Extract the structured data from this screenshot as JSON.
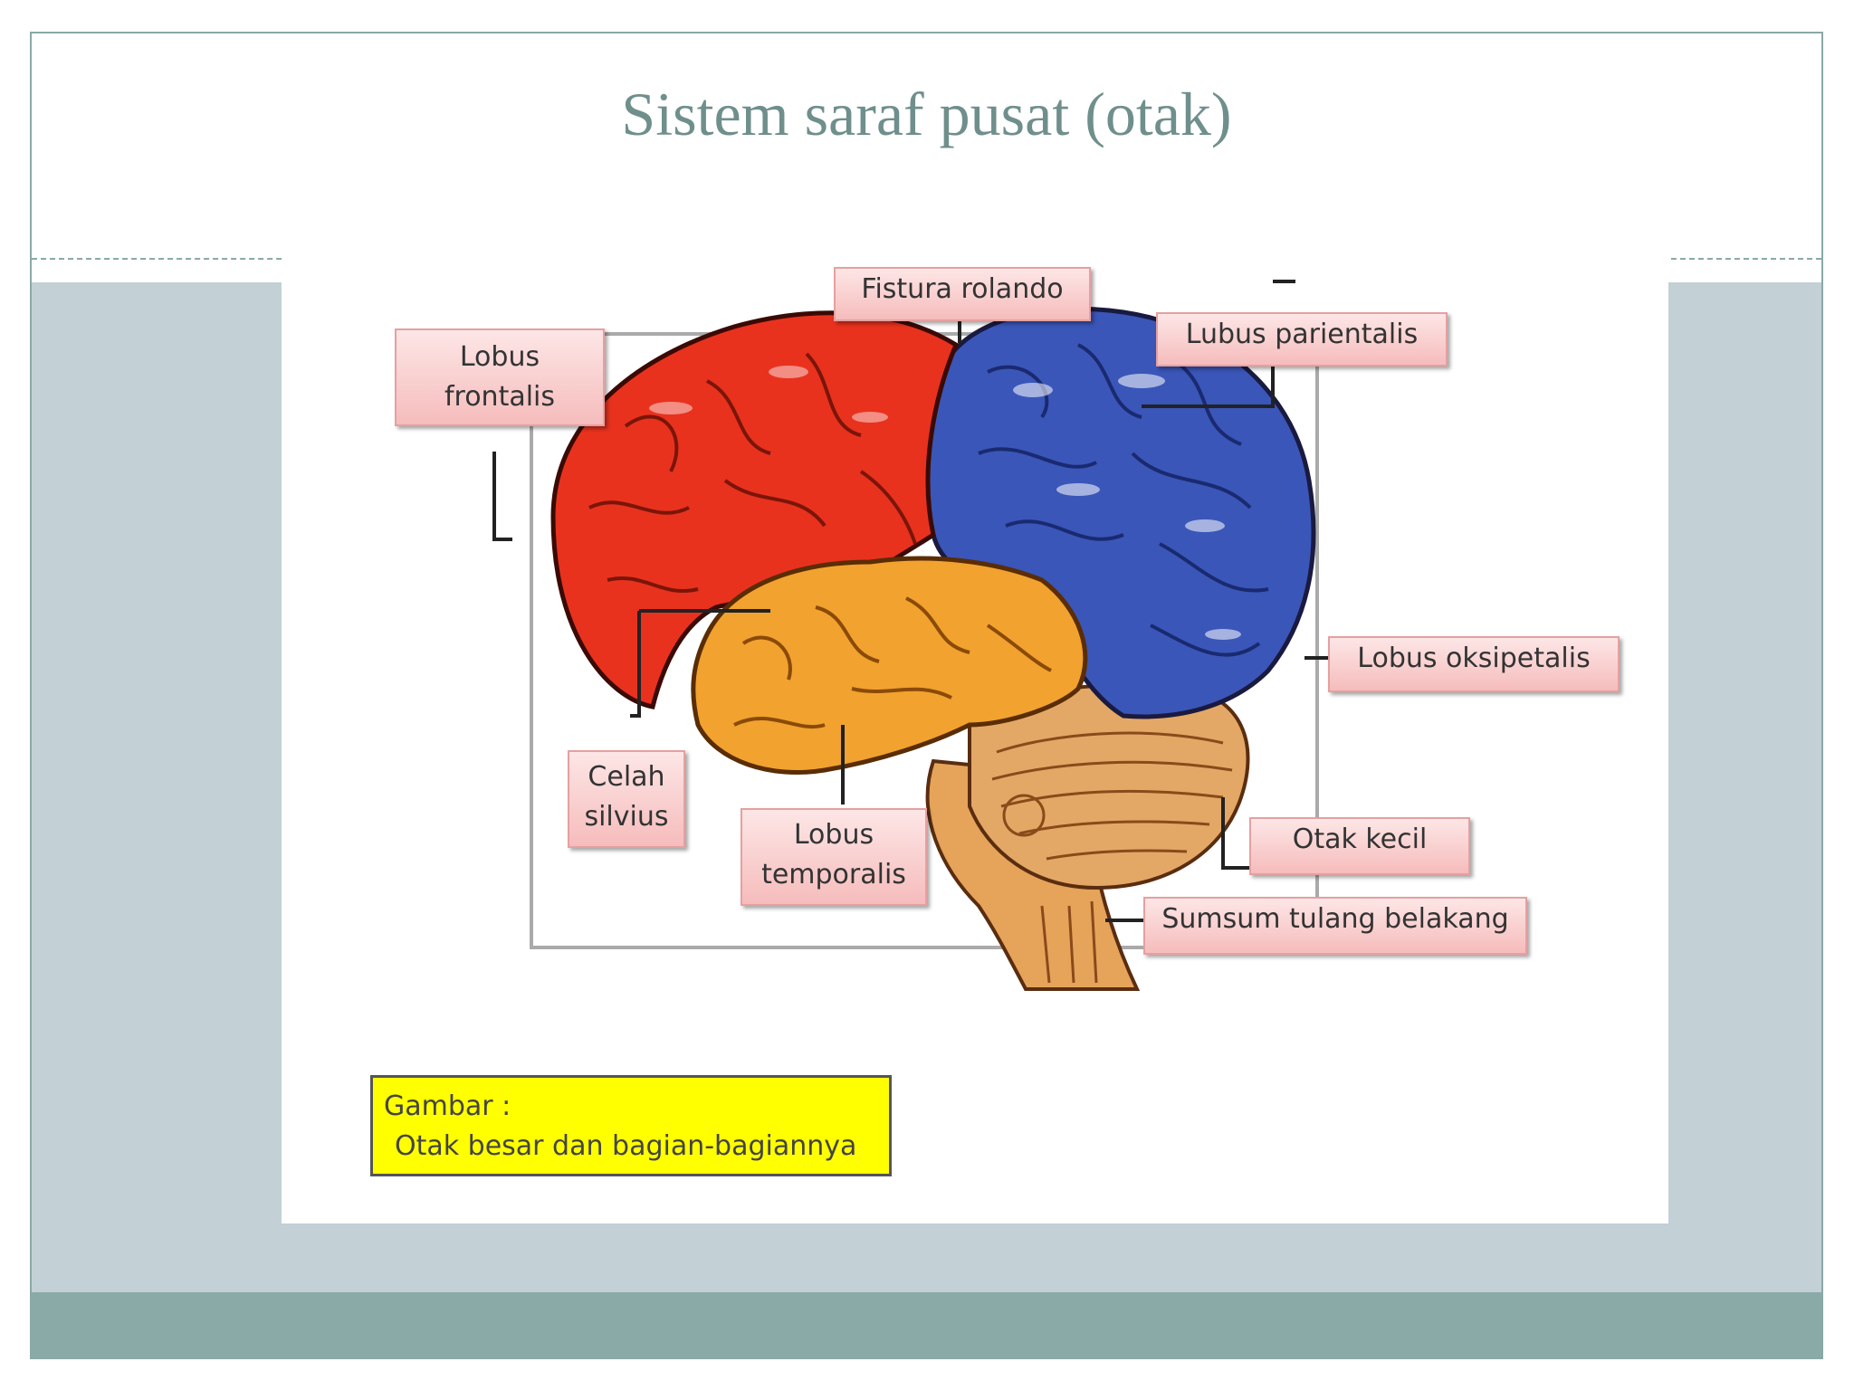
{
  "slide": {
    "title": "Sistem saraf pusat (otak)"
  },
  "diagram": {
    "labels": {
      "fistura_rolando": "Fistura rolando",
      "lobus_frontalis_line1": "Lobus",
      "lobus_frontalis_line2": "frontalis",
      "lubus_parientalis": "Lubus parientalis",
      "lobus_oksipetalis": "Lobus oksipetalis",
      "celah_silvius_line1": "Celah",
      "celah_silvius_line2": "silvius",
      "lobus_temporalis_line1": "Lobus",
      "lobus_temporalis_line2": "temporalis",
      "otak_kecil": "Otak kecil",
      "sumsum_tulang_belakang": "Sumsum tulang belakang"
    },
    "caption": {
      "line1": "Gambar :",
      "line2": "Otak besar dan bagian-bagiannya"
    },
    "colors": {
      "frontal": "#e8321e",
      "parietal": "#3a56b8",
      "temporal": "#f2a22e",
      "cerebellum": "#e3a866",
      "brainstem": "#e6a35a",
      "label_fill": "#f6bcbc",
      "caption_fill": "#ffff00"
    }
  }
}
